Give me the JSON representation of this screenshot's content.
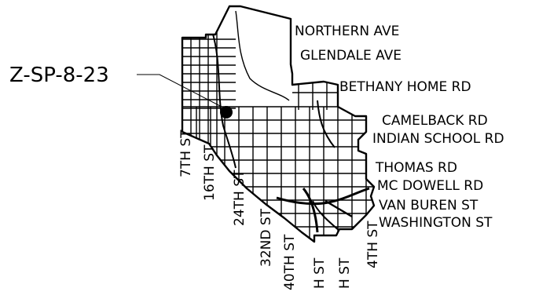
{
  "map": {
    "case_label": "Z-SP-8-23",
    "avenue_labels": [
      "NORTHERN AVE",
      "GLENDALE AVE",
      "BETHANY HOME RD",
      "CAMELBACK RD",
      "INDIAN SCHOOL RD",
      "THOMAS RD",
      "MC DOWELL RD",
      "VAN BUREN ST",
      "WASHINGTON ST"
    ],
    "street_labels": [
      "7TH ST",
      "16TH ST",
      "24TH ST",
      "32ND ST",
      "40TH ST",
      "H ST",
      "H ST",
      "4TH ST"
    ],
    "colors": {
      "line": "#000000",
      "background": "#ffffff"
    }
  }
}
